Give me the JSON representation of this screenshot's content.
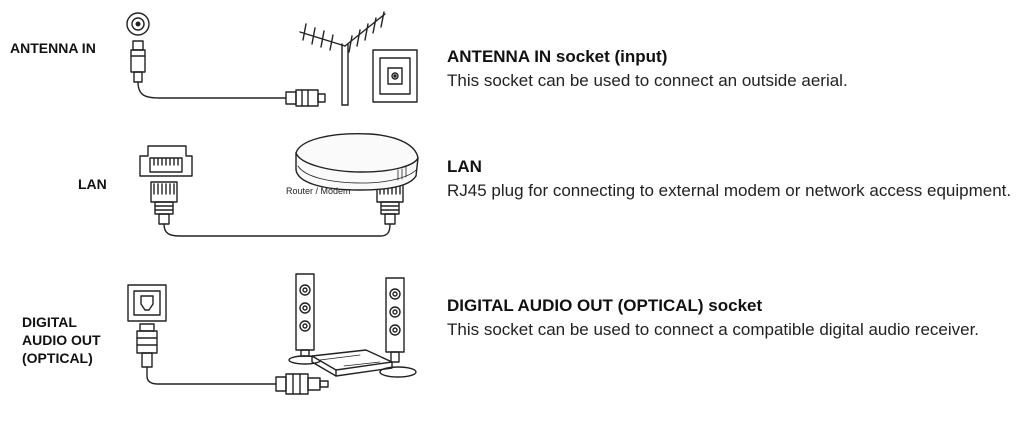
{
  "sections": [
    {
      "port_label": "ANTENNA IN",
      "title": "ANTENNA IN socket (input)",
      "description": "This socket can be used to connect an outside aerial."
    },
    {
      "port_label": "LAN",
      "title": "LAN",
      "description": "RJ45 plug for connecting to external modem or network access equipment.",
      "device_label": "Router / Modem"
    },
    {
      "port_label_lines": [
        "DIGITAL",
        "AUDIO OUT",
        "(OPTICAL)"
      ],
      "title": "DIGITAL AUDIO OUT (OPTICAL) socket",
      "description": "This socket can be used to connect a compatible digital audio receiver."
    }
  ],
  "icons": {
    "antenna": "rooftop-antenna-icon",
    "wall_socket": "aerial-wall-socket-icon",
    "router": "router-modem-icon",
    "speakers": "speaker-system-icon"
  }
}
